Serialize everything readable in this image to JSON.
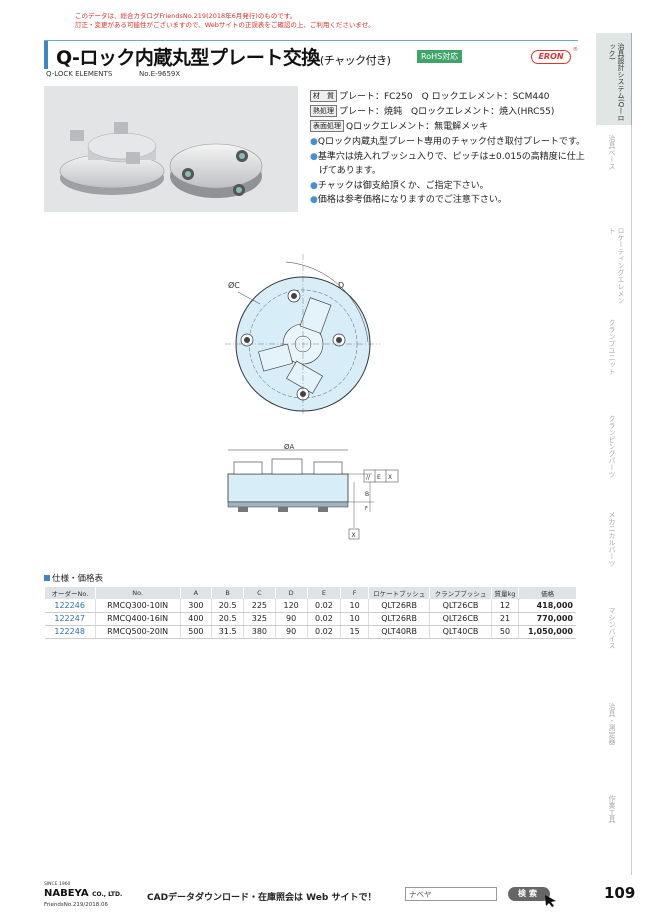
{
  "notice": {
    "line1": "このデータは、総合カタログFriendsNo.219(2018年6月発行)のものです。",
    "line2": "訂正・変更がある可能性がございますので、Webサイトの正誤表をご確認の上、ご利用くださいませ。"
  },
  "header": {
    "title": "Q-ロック内蔵丸型プレート交換",
    "title_sub": "(チャック付き)",
    "rohs": "RoHS対応",
    "brand_logo": "ERON",
    "category_en": "Q-LOCK ELEMENTS",
    "catalog_no": "No.E-9659X"
  },
  "spec": {
    "material_tag": "材　質",
    "material": "プレート：FC250　Q ロックエレメント：SCM440",
    "heat_tag": "熱処理",
    "heat": "プレート：焼鈍　Qロックエレメント：焼入(HRC55)",
    "surface_tag": "表面処理",
    "surface": "Qロックエレメント：無電解メッキ",
    "notes": [
      "Qロック内蔵丸型プレート専用のチャック付き取付プレートです。",
      "基準穴は焼入れブッシュ入りで、ピッチは±0.015の高精度に仕上げてあります。",
      "チャックは御支給頂くか、ご指定下さい。",
      "価格は参考価格になりますのでご注意下さい。"
    ]
  },
  "drawing": {
    "label_c": "ØC",
    "label_d": "D",
    "label_a": "ØA",
    "label_b": "B",
    "label_e": "E",
    "label_f": "F",
    "label_x": "X",
    "label_par": "//"
  },
  "table": {
    "title": "仕様・価格表",
    "headers": [
      "オーダーNo.",
      "No.",
      "A",
      "B",
      "C",
      "D",
      "E",
      "F",
      "ロケートブッシュ",
      "クランプブッシュ",
      "質量kg",
      "価格"
    ],
    "rows": [
      [
        "122246",
        "RMCQ300-10IN",
        "300",
        "20.5",
        "225",
        "120",
        "0.02",
        "10",
        "QLT26RB",
        "QLT26CB",
        "12",
        "418,000"
      ],
      [
        "122247",
        "RMCQ400-16IN",
        "400",
        "20.5",
        "325",
        "90",
        "0.02",
        "10",
        "QLT26RB",
        "QLT26CB",
        "21",
        "770,000"
      ],
      [
        "122248",
        "RMCQ500-20IN",
        "500",
        "31.5",
        "380",
        "90",
        "0.02",
        "15",
        "QLT40RB",
        "QLT40CB",
        "50",
        "1,050,000"
      ]
    ]
  },
  "sidebar": {
    "tabs": [
      "治具設計システム(Qーロック)",
      "治具ベース",
      "ロケーティングエレメント",
      "クランプユニット",
      "クランピングパーツ",
      "メカニカルパーツ",
      "マシンバイス",
      "治具・測定器",
      "作業工具"
    ]
  },
  "footer": {
    "since": "SINCE 1960",
    "brand": "NABEYA",
    "brand_suffix": "CO., LTD.",
    "ref": "FriendsNo.219/2018.06",
    "cad_text": "CADデータダウンロード・在庫照会は Web サイトで！",
    "search_value": "ナベヤ",
    "search_button": "検索",
    "page_number": "109"
  },
  "colors": {
    "accent": "#3f86c0",
    "rohs": "#3fa36a",
    "notice": "#d6332c",
    "plate_blue": "#d7edf8"
  }
}
